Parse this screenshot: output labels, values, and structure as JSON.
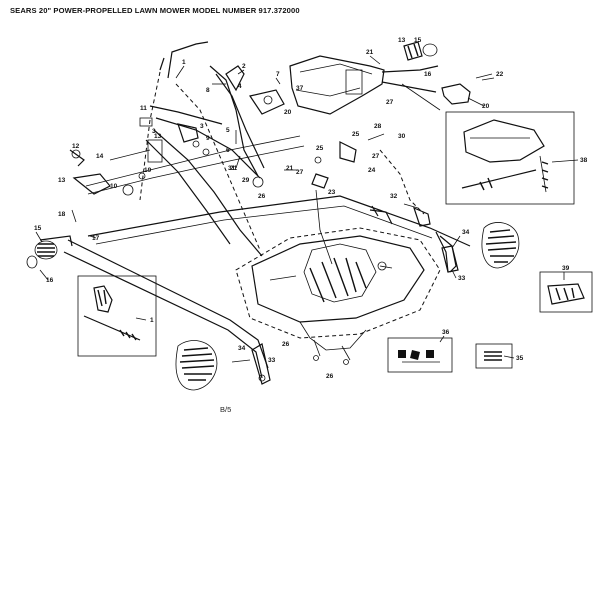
{
  "header": {
    "title": "SEARS 20\" POWER-PROPELLED LAWN MOWER MODEL NUMBER 917.372000"
  },
  "footer_note": "B/5",
  "callouts": {
    "c1": "1",
    "c1b": "1",
    "c2": "2",
    "c3": "3",
    "c3b": "3",
    "c4": "4",
    "c5": "5",
    "c6": "6",
    "c7": "7",
    "c8": "8",
    "c9": "9",
    "c10": "10",
    "c11": "11",
    "c12": "12",
    "c13": "13",
    "c13b": "13",
    "c13c": "13",
    "c14": "14",
    "c15": "15",
    "c15b": "15",
    "c16": "16",
    "c16b": "16",
    "c17": "17",
    "c18": "18",
    "c19": "19",
    "c20": "20",
    "c20b": "20",
    "c21": "21",
    "c21b": "21",
    "c21c": "21",
    "c22": "22",
    "c23": "23",
    "c24": "24",
    "c25": "25",
    "c25b": "25",
    "c26": "26",
    "c26b": "26",
    "c26c": "26",
    "c27": "27",
    "c27b": "27",
    "c27c": "27",
    "c28": "28",
    "c29": "29",
    "c30": "30",
    "c31": "31",
    "c32": "32",
    "c33": "33",
    "c33b": "33",
    "c34": "34",
    "c34b": "34",
    "c35": "35",
    "c36": "36",
    "c37": "37",
    "c38": "38",
    "c39": "39"
  }
}
